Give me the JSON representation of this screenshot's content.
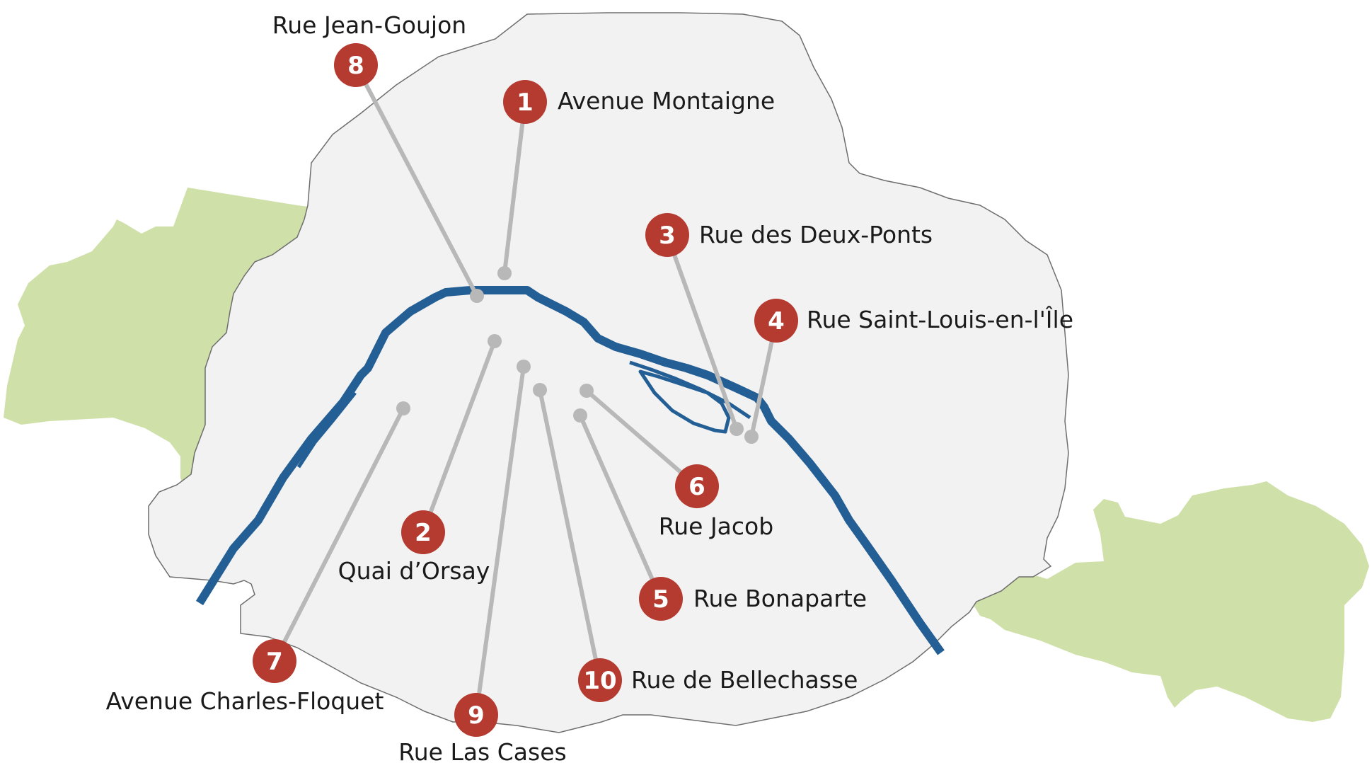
{
  "colors": {
    "city_fill": "#f2f2f2",
    "city_outline": "#6e6e6e",
    "park_fill": "#cfe0a9",
    "river": "#235f95",
    "leader": "#b8b8b8",
    "marker": "#b53a30",
    "marker_text": "#ffffff",
    "label_text": "#1a1a1a"
  },
  "markers": [
    {
      "number": "1",
      "label": "Avenue Montaigne"
    },
    {
      "number": "2",
      "label": "Quai d’Orsay"
    },
    {
      "number": "3",
      "label": "Rue des Deux-Ponts"
    },
    {
      "number": "4",
      "label": "Rue Saint-Louis-en-l'Île"
    },
    {
      "number": "5",
      "label": "Rue Bonaparte"
    },
    {
      "number": "6",
      "label": "Rue Jacob"
    },
    {
      "number": "7",
      "label": "Avenue Charles-Floquet"
    },
    {
      "number": "8",
      "label": "Rue Jean-Goujon"
    },
    {
      "number": "9",
      "label": "Rue Las Cases"
    },
    {
      "number": "10",
      "label": "Rue de Bellechasse"
    }
  ]
}
